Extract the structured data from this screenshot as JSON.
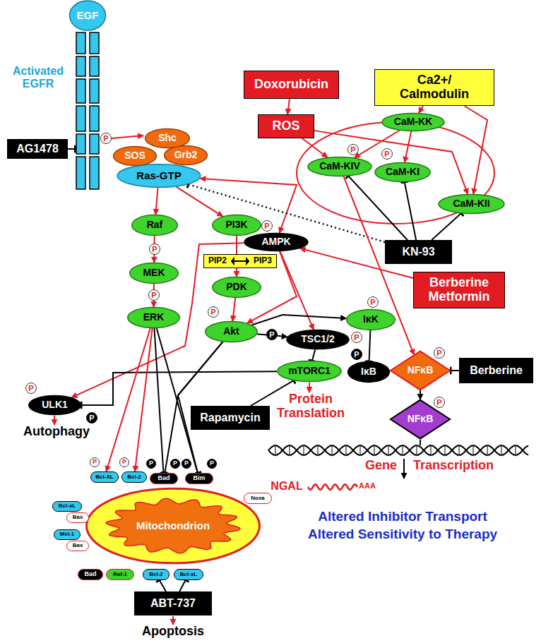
{
  "diagram": {
    "nodes": [
      {
        "text": [
          "EGF"
        ]
      },
      {
        "text": [
          "AG1478"
        ]
      },
      {
        "text": [
          "Shc"
        ]
      },
      {
        "text": [
          "SOS"
        ]
      },
      {
        "text": [
          "Grb2"
        ]
      },
      {
        "text": [
          "Ras-GTP"
        ]
      },
      {
        "text": [
          "Doxorubicin"
        ]
      },
      {
        "text": [
          "ROS"
        ]
      },
      {
        "text": [
          "Ca2+/ Calmodulin"
        ]
      },
      {
        "text": [
          "CaM-KK"
        ]
      },
      {
        "text": [
          "CaM-KIV"
        ]
      },
      {
        "text": [
          "CaM-KI"
        ]
      },
      {
        "text": [
          "CaM-KII"
        ]
      },
      {
        "text": [
          "Raf"
        ]
      },
      {
        "text": [
          "PI3K"
        ]
      },
      {
        "text": [
          "AMPK"
        ]
      },
      {
        "text": [
          "PIP2",
          "PIP3"
        ]
      },
      {
        "text": [
          "KN-93"
        ]
      },
      {
        "text": [
          "MEK"
        ]
      },
      {
        "text": [
          "PDK"
        ]
      },
      {
        "text": [
          "Berberine Metformin"
        ]
      },
      {
        "text": [
          "ERK"
        ]
      },
      {
        "text": [
          "Akt"
        ]
      },
      {
        "text": [
          "TSC1/2"
        ]
      },
      {
        "text": [
          "IκK"
        ]
      },
      {
        "text": [
          "ULK1"
        ]
      },
      {
        "text": [
          "Rapamycin"
        ]
      },
      {
        "text": [
          "mTORC1"
        ]
      },
      {
        "text": [
          "IκB"
        ]
      },
      {
        "text": [
          "NFκB"
        ]
      },
      {
        "text": [
          "Berberine"
        ]
      },
      {
        "text": [
          "NFκB"
        ]
      },
      {
        "text": [
          "Mitochondrion"
        ]
      },
      {
        "text": [
          "Bcl-XL"
        ]
      },
      {
        "text": [
          "Bcl-2"
        ]
      },
      {
        "text": [
          "Bad"
        ]
      },
      {
        "text": [
          "Bim"
        ]
      },
      {
        "text": [
          "Bcl-xL"
        ]
      },
      {
        "text": [
          "Bax"
        ]
      },
      {
        "text": [
          "Mcl-1"
        ]
      },
      {
        "text": [
          "Bax"
        ]
      },
      {
        "text": [
          "Noxa"
        ]
      },
      {
        "text": [
          "Bad"
        ]
      },
      {
        "text": [
          "Raf-1"
        ]
      },
      {
        "text": [
          "Bcl-2"
        ]
      },
      {
        "text": [
          "Bcl-xL"
        ]
      },
      {
        "text": [
          "ABT-737"
        ]
      }
    ],
    "edges": [
      {
        "from": 5,
        "to": 13,
        "arrow": "to"
      },
      {
        "from": 5,
        "to": 14,
        "arrow": "to"
      },
      {
        "from": 5,
        "to": 15,
        "arrow": "both"
      },
      {
        "from": 17,
        "to": 5,
        "arrow": "to"
      },
      {
        "from": 6,
        "to": 7,
        "arrow": "to"
      },
      {
        "from": 7,
        "to": 10,
        "arrow": "to"
      },
      {
        "from": 7,
        "to": 12,
        "arrow": "to"
      },
      {
        "from": 8,
        "to": 9,
        "arrow": "to"
      },
      {
        "from": 8,
        "to": 12,
        "arrow": "to"
      },
      {
        "from": 9,
        "to": 10,
        "arrow": "to"
      },
      {
        "from": 9,
        "to": 11,
        "arrow": "to"
      },
      {
        "from": 10,
        "to": 29,
        "arrow": "to"
      },
      {
        "from": 17,
        "to": 10,
        "arrow": "to"
      },
      {
        "from": 17,
        "to": 11,
        "arrow": "to"
      },
      {
        "from": 17,
        "to": 12,
        "arrow": "to"
      },
      {
        "from": 20,
        "to": 15,
        "arrow": "to"
      },
      {
        "from": 15,
        "to": 22,
        "arrow": "to"
      },
      {
        "from": 15,
        "to": 23,
        "arrow": "to"
      },
      {
        "from": 15,
        "to": 25,
        "arrow": "to"
      },
      {
        "from": 13,
        "to": 18,
        "arrow": "to"
      },
      {
        "from": 18,
        "to": 21,
        "arrow": "to"
      },
      {
        "from": 14,
        "to": 19,
        "arrow": "to"
      },
      {
        "from": 19,
        "to": 22,
        "arrow": "to"
      },
      {
        "from": 22,
        "to": 23,
        "arrow": "to"
      },
      {
        "from": 22,
        "to": 24,
        "arrow": "to"
      },
      {
        "from": 23,
        "to": 27,
        "arrow": "to"
      },
      {
        "from": 24,
        "to": 28,
        "arrow": "to"
      },
      {
        "from": 30,
        "to": 29,
        "arrow": "to"
      },
      {
        "from": 29,
        "to": 31,
        "arrow": "to"
      },
      {
        "from": 26,
        "to": 27,
        "arrow": "to"
      },
      {
        "from": 27,
        "to": 25,
        "arrow": "to"
      },
      {
        "from": 21,
        "to": 33,
        "arrow": "to"
      },
      {
        "from": 21,
        "to": 34,
        "arrow": "to"
      },
      {
        "from": 21,
        "to": 35,
        "arrow": "to"
      },
      {
        "from": 21,
        "to": 36,
        "arrow": "to"
      },
      {
        "from": 22,
        "to": 35,
        "arrow": "to"
      },
      {
        "from": 22,
        "to": 36,
        "arrow": "to"
      },
      {
        "from": 46,
        "to": 44,
        "arrow": "to"
      },
      {
        "from": 46,
        "to": 45,
        "arrow": "to"
      }
    ],
    "labels": [
      "Activated EGFR",
      "P",
      "P",
      "P",
      "P",
      "P",
      "P",
      "P",
      "P",
      "P",
      "P",
      "P",
      "P",
      "P",
      "P",
      "P",
      "P",
      "P",
      "P",
      "P",
      "P",
      "P",
      "Autophagy",
      "Protein Translation",
      "Gene",
      "Transcription",
      "NGAL",
      "AAA",
      "Altered Inhibitor Transport",
      "Altered Sensitivity to Therapy",
      "Apoptosis"
    ]
  }
}
